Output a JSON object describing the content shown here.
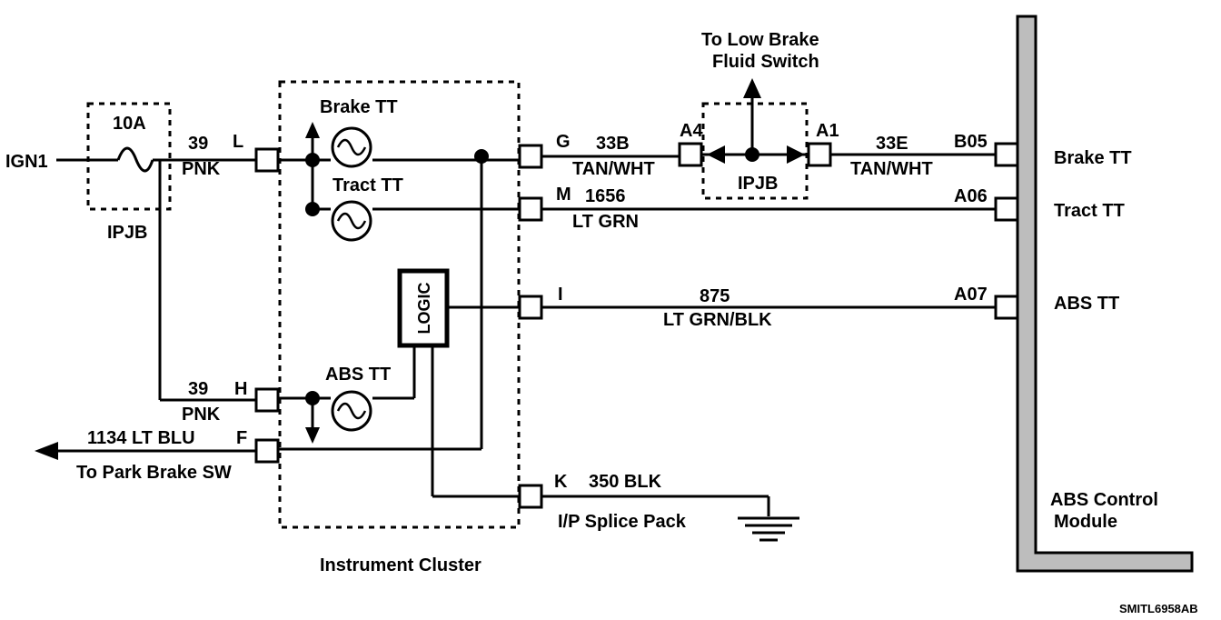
{
  "labels": {
    "ign1": "IGN1",
    "fuse": "10A",
    "ipjb_left": "IPJB",
    "w39_top": "39",
    "pnk_top": "PNK",
    "pin_l": "L",
    "w39_bot": "39",
    "pnk_bot": "PNK",
    "pin_h": "H",
    "w1134": "1134 LT BLU",
    "pin_f": "F",
    "to_park": "To Park Brake SW",
    "brake_tt_lamp": "Brake TT",
    "tract_tt_lamp": "Tract TT",
    "abs_tt_lamp": "ABS TT",
    "logic": "LOGIC",
    "instrument_cluster": "Instrument Cluster",
    "pin_g": "G",
    "pin_m": "M",
    "pin_i": "I",
    "pin_k": "K",
    "w33b": "33B",
    "tan_wht_1": "TAN/WHT",
    "w1656": "1656",
    "lt_grn": "LT GRN",
    "w875": "875",
    "lt_grn_blk": "LT GRN/BLK",
    "w350": "350 BLK",
    "splice": "I/P Splice Pack",
    "a4": "A4",
    "a1": "A1",
    "ipjb_right": "IPJB",
    "to_low_1": "To Low Brake",
    "to_low_2": "Fluid Switch",
    "w33e": "33E",
    "tan_wht_2": "TAN/WHT",
    "b05": "B05",
    "a06": "A06",
    "a07": "A07",
    "brake_tt_mod": "Brake TT",
    "tract_tt_mod": "Tract TT",
    "abs_tt_mod": "ABS TT",
    "abs_ctrl_1": "ABS Control",
    "abs_ctrl_2": "Module",
    "ref_code": "SMITL6958AB"
  }
}
